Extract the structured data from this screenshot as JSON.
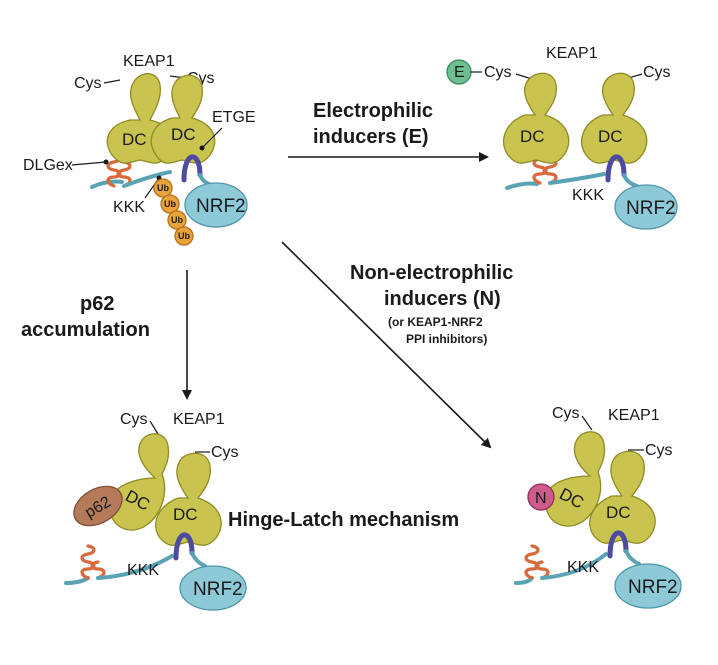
{
  "labels": {
    "keap1": "KEAP1",
    "cys": "Cys",
    "dc": "DC",
    "etge": "ETGE",
    "dlgex": "DLGex",
    "kkk": "KKK",
    "nrf2": "NRF2",
    "ub": "Ub",
    "e": "E",
    "p62": "p62",
    "n": "N"
  },
  "arrows": {
    "electrophilic_line1": "Electrophilic",
    "electrophilic_line2": "inducers (E)",
    "nonelectrophilic_line1": "Non-electrophilic",
    "nonelectrophilic_line2": "inducers (N)",
    "nonelectrophilic_note1": "(or KEAP1-NRF2",
    "nonelectrophilic_note2": "PPI inhibitors)",
    "p62_line1": "p62",
    "p62_line2": "accumulation"
  },
  "mechanism": "Hinge-Latch mechanism",
  "colors": {
    "keap1": "#c9c450",
    "nrf2": "#8ec9d8",
    "etge_hairpin": "#4d4aa0",
    "dlgex_helix": "#d96a3c",
    "ubiquitin": "#e8a33a",
    "electrophile": "#6dbf8f",
    "p62": "#b57a5a",
    "non_electrophile": "#cf5a8c"
  }
}
